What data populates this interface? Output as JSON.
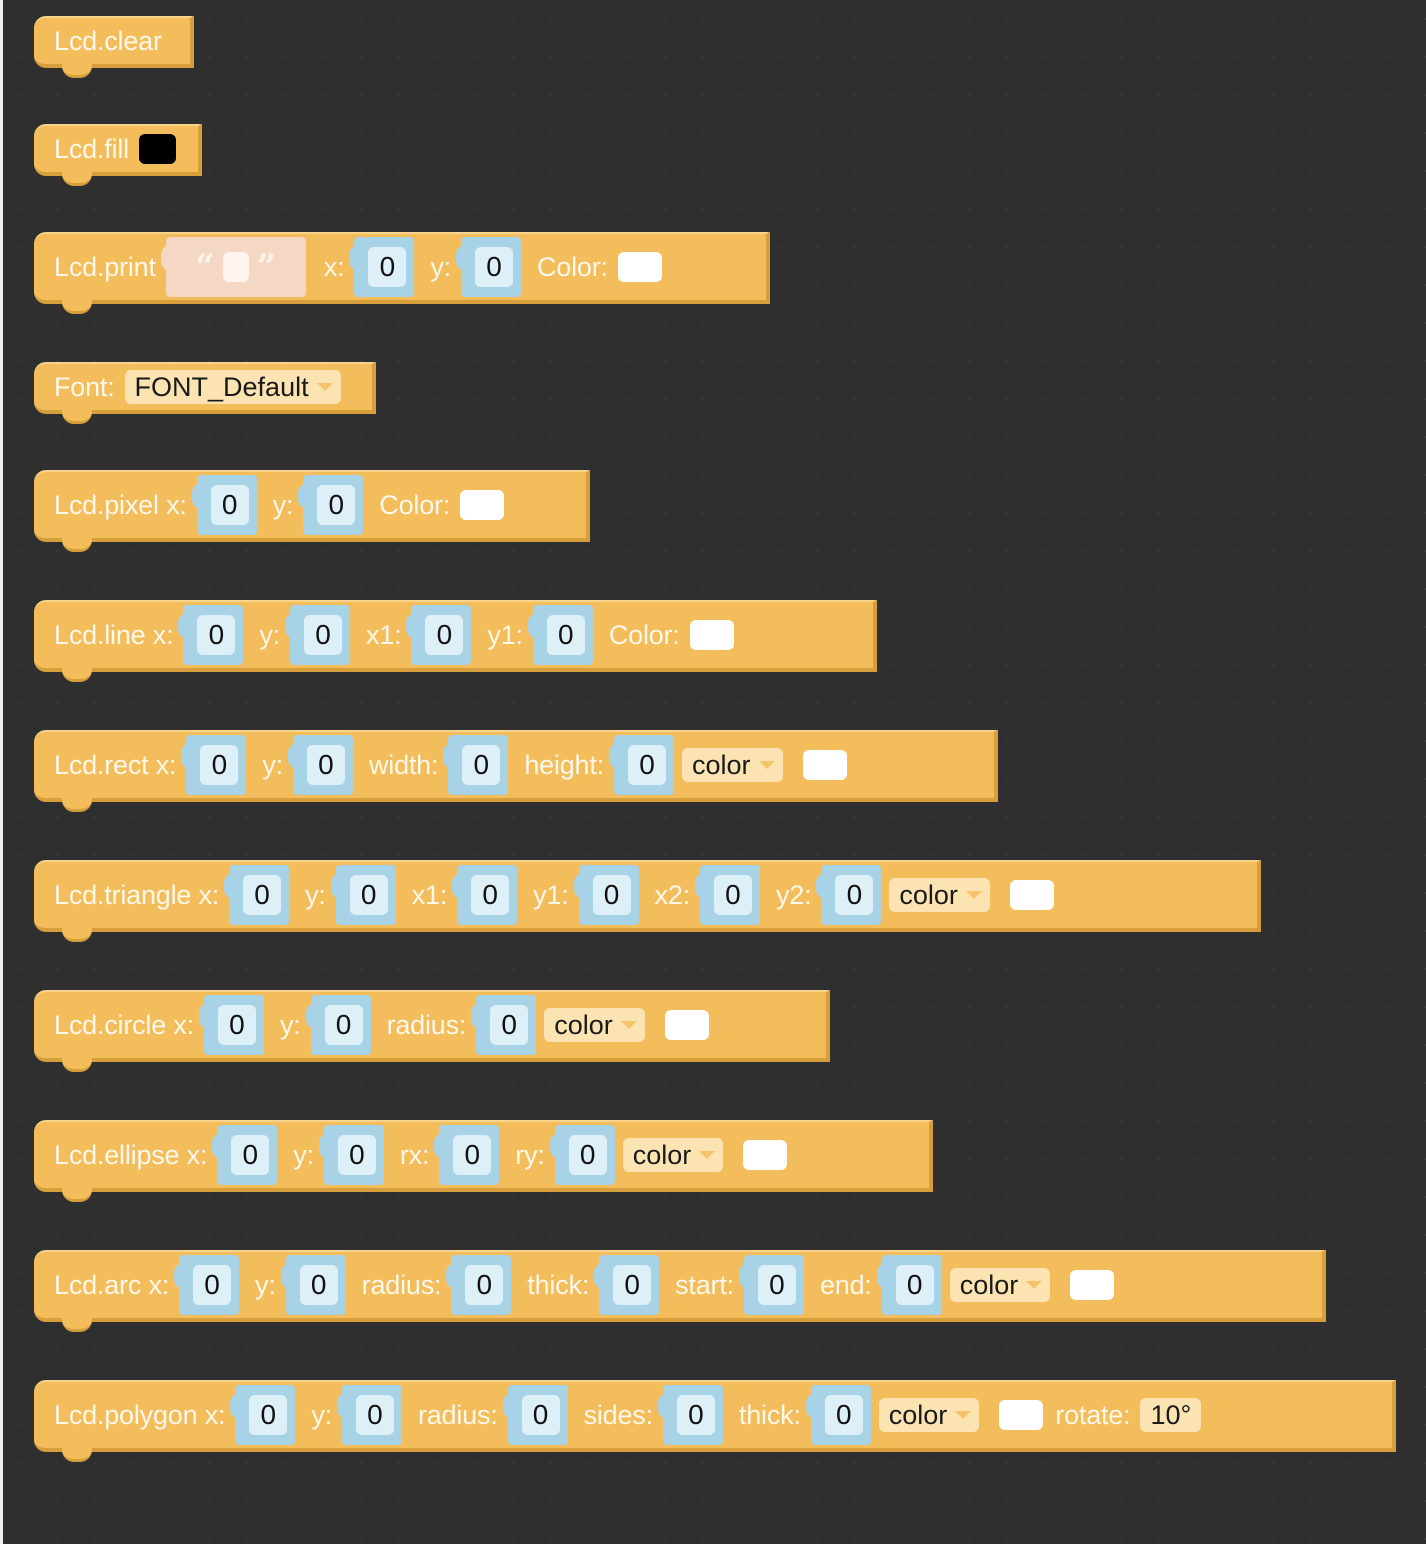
{
  "blocks": {
    "clear": {
      "label": "Lcd.clear"
    },
    "fill": {
      "label": "Lcd.fill",
      "color": "#000000"
    },
    "print": {
      "label": "Lcd.print",
      "open_quote": "“",
      "close_quote": "”",
      "x_label": "x:",
      "x": "0",
      "y_label": "y:",
      "y": "0",
      "color_label": "Color:",
      "color": "#ffffff"
    },
    "font": {
      "label": "Font:",
      "value": "FONT_Default"
    },
    "pixel": {
      "label": "Lcd.pixel x:",
      "x": "0",
      "y_label": "y:",
      "y": "0",
      "color_label": "Color:",
      "color": "#ffffff"
    },
    "line": {
      "label": "Lcd.line x:",
      "x": "0",
      "y_label": "y:",
      "y": "0",
      "x1_label": "x1:",
      "x1": "0",
      "y1_label": "y1:",
      "y1": "0",
      "color_label": "Color:",
      "color": "#ffffff"
    },
    "rect": {
      "label": "Lcd.rect x:",
      "x": "0",
      "y_label": "y:",
      "y": "0",
      "width_label": "width:",
      "width": "0",
      "height_label": "height:",
      "height": "0",
      "color_dd": "color",
      "color": "#ffffff"
    },
    "triangle": {
      "label": "Lcd.triangle x:",
      "x": "0",
      "y_label": "y:",
      "y": "0",
      "x1_label": "x1:",
      "x1": "0",
      "y1_label": "y1:",
      "y1": "0",
      "x2_label": "x2:",
      "x2": "0",
      "y2_label": "y2:",
      "y2": "0",
      "color_dd": "color",
      "color": "#ffffff"
    },
    "circle": {
      "label": "Lcd.circle x:",
      "x": "0",
      "y_label": "y:",
      "y": "0",
      "radius_label": "radius:",
      "radius": "0",
      "color_dd": "color",
      "color": "#ffffff"
    },
    "ellipse": {
      "label": "Lcd.ellipse x:",
      "x": "0",
      "y_label": "y:",
      "y": "0",
      "rx_label": "rx:",
      "rx": "0",
      "ry_label": "ry:",
      "ry": "0",
      "color_dd": "color",
      "color": "#ffffff"
    },
    "arc": {
      "label": "Lcd.arc x:",
      "x": "0",
      "y_label": "y:",
      "y": "0",
      "radius_label": "radius:",
      "radius": "0",
      "thick_label": "thick:",
      "thick": "0",
      "start_label": "start:",
      "start": "0",
      "end_label": "end:",
      "end": "0",
      "color_dd": "color",
      "color": "#ffffff"
    },
    "polygon": {
      "label": "Lcd.polygon x:",
      "x": "0",
      "y_label": "y:",
      "y": "0",
      "radius_label": "radius:",
      "radius": "0",
      "sides_label": "sides:",
      "sides": "0",
      "thick_label": "thick:",
      "thick": "0",
      "color_dd": "color",
      "color": "#ffffff",
      "rotate_label": "rotate:",
      "rotate": "10°"
    }
  },
  "colors": {
    "block_fill": "#f3bd5c",
    "number_socket": "#a8d3e7",
    "workspace": "#2f2f2f"
  }
}
